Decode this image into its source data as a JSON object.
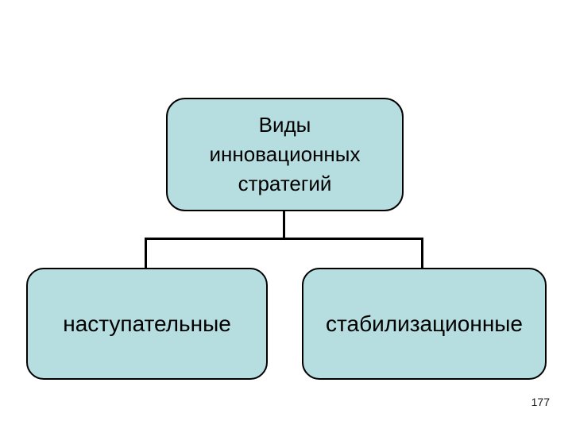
{
  "slide": {
    "page_number": "177",
    "background_color": "#ffffff",
    "node_fill_color": "#b6dee1",
    "node_border_color": "#000000",
    "connector_color": "#000000"
  },
  "diagram": {
    "type": "hierarchy-tree",
    "root": {
      "id": "root",
      "label": "Виды\nинновационных\nстратегий",
      "lines": [
        "Виды",
        "инновационных",
        "стратегий"
      ]
    },
    "children": [
      {
        "id": "offensive",
        "label": "наступательные"
      },
      {
        "id": "stabilizing",
        "label": "стабилизационные"
      }
    ],
    "connectors": [
      {
        "name": "root-stem",
        "from": "root",
        "orientation": "vertical"
      },
      {
        "name": "branch-bar",
        "orientation": "horizontal"
      },
      {
        "name": "left-drop",
        "to": "offensive",
        "orientation": "vertical"
      },
      {
        "name": "right-drop",
        "to": "stabilizing",
        "orientation": "vertical"
      }
    ]
  }
}
